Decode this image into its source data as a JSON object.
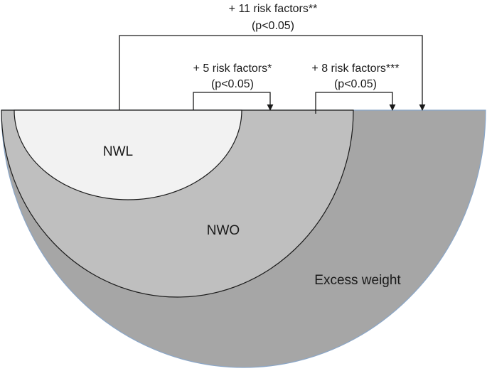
{
  "regions": {
    "nwl": {
      "label": "NWL",
      "color": "#f2f2f2"
    },
    "nwo": {
      "label": "NWO",
      "color": "#bfbfbf"
    },
    "excess": {
      "label": "Excess weight",
      "color": "#a6a6a6"
    }
  },
  "comparisons": {
    "nwl_vs_excess": {
      "title": "+ 11 risk factors**",
      "p": "(p<0.05)"
    },
    "nwl_vs_nwo": {
      "title": "+ 5 risk factors*",
      "p": "(p<0.05)"
    },
    "nwo_vs_excess": {
      "title": "+ 8 risk factors***",
      "p": "(p<0.05)"
    }
  }
}
